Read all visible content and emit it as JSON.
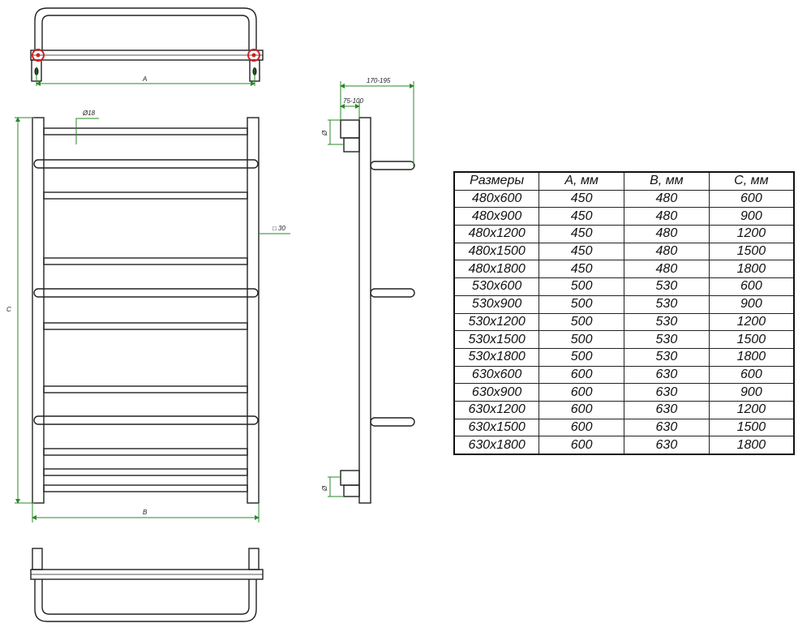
{
  "colors": {
    "line": "#222222",
    "dimension": "#2a8a2a",
    "valve": "#cc2222"
  },
  "labels": {
    "dim_a": "A",
    "dim_b": "B",
    "dim_c": "C",
    "diameter": "Ø18",
    "square_profile": "□ 30",
    "depth_outer": "170-195",
    "depth_inner": "75-100",
    "side_top_mark": "Ø",
    "side_bottom_mark": "Ø"
  },
  "table": {
    "headers": [
      "Размеры",
      "А, мм",
      "В, мм",
      "С, мм"
    ],
    "rows": [
      [
        "480x600",
        "450",
        "480",
        "600"
      ],
      [
        "480x900",
        "450",
        "480",
        "900"
      ],
      [
        "480x1200",
        "450",
        "480",
        "1200"
      ],
      [
        "480x1500",
        "450",
        "480",
        "1500"
      ],
      [
        "480x1800",
        "450",
        "480",
        "1800"
      ],
      [
        "530x600",
        "500",
        "530",
        "600"
      ],
      [
        "530x900",
        "500",
        "530",
        "900"
      ],
      [
        "530x1200",
        "500",
        "530",
        "1200"
      ],
      [
        "530x1500",
        "500",
        "530",
        "1500"
      ],
      [
        "530x1800",
        "500",
        "530",
        "1800"
      ],
      [
        "630x600",
        "600",
        "630",
        "600"
      ],
      [
        "630x900",
        "600",
        "630",
        "900"
      ],
      [
        "630x1200",
        "600",
        "630",
        "1200"
      ],
      [
        "630x1500",
        "600",
        "630",
        "1500"
      ],
      [
        "630x1800",
        "600",
        "630",
        "1800"
      ]
    ]
  }
}
